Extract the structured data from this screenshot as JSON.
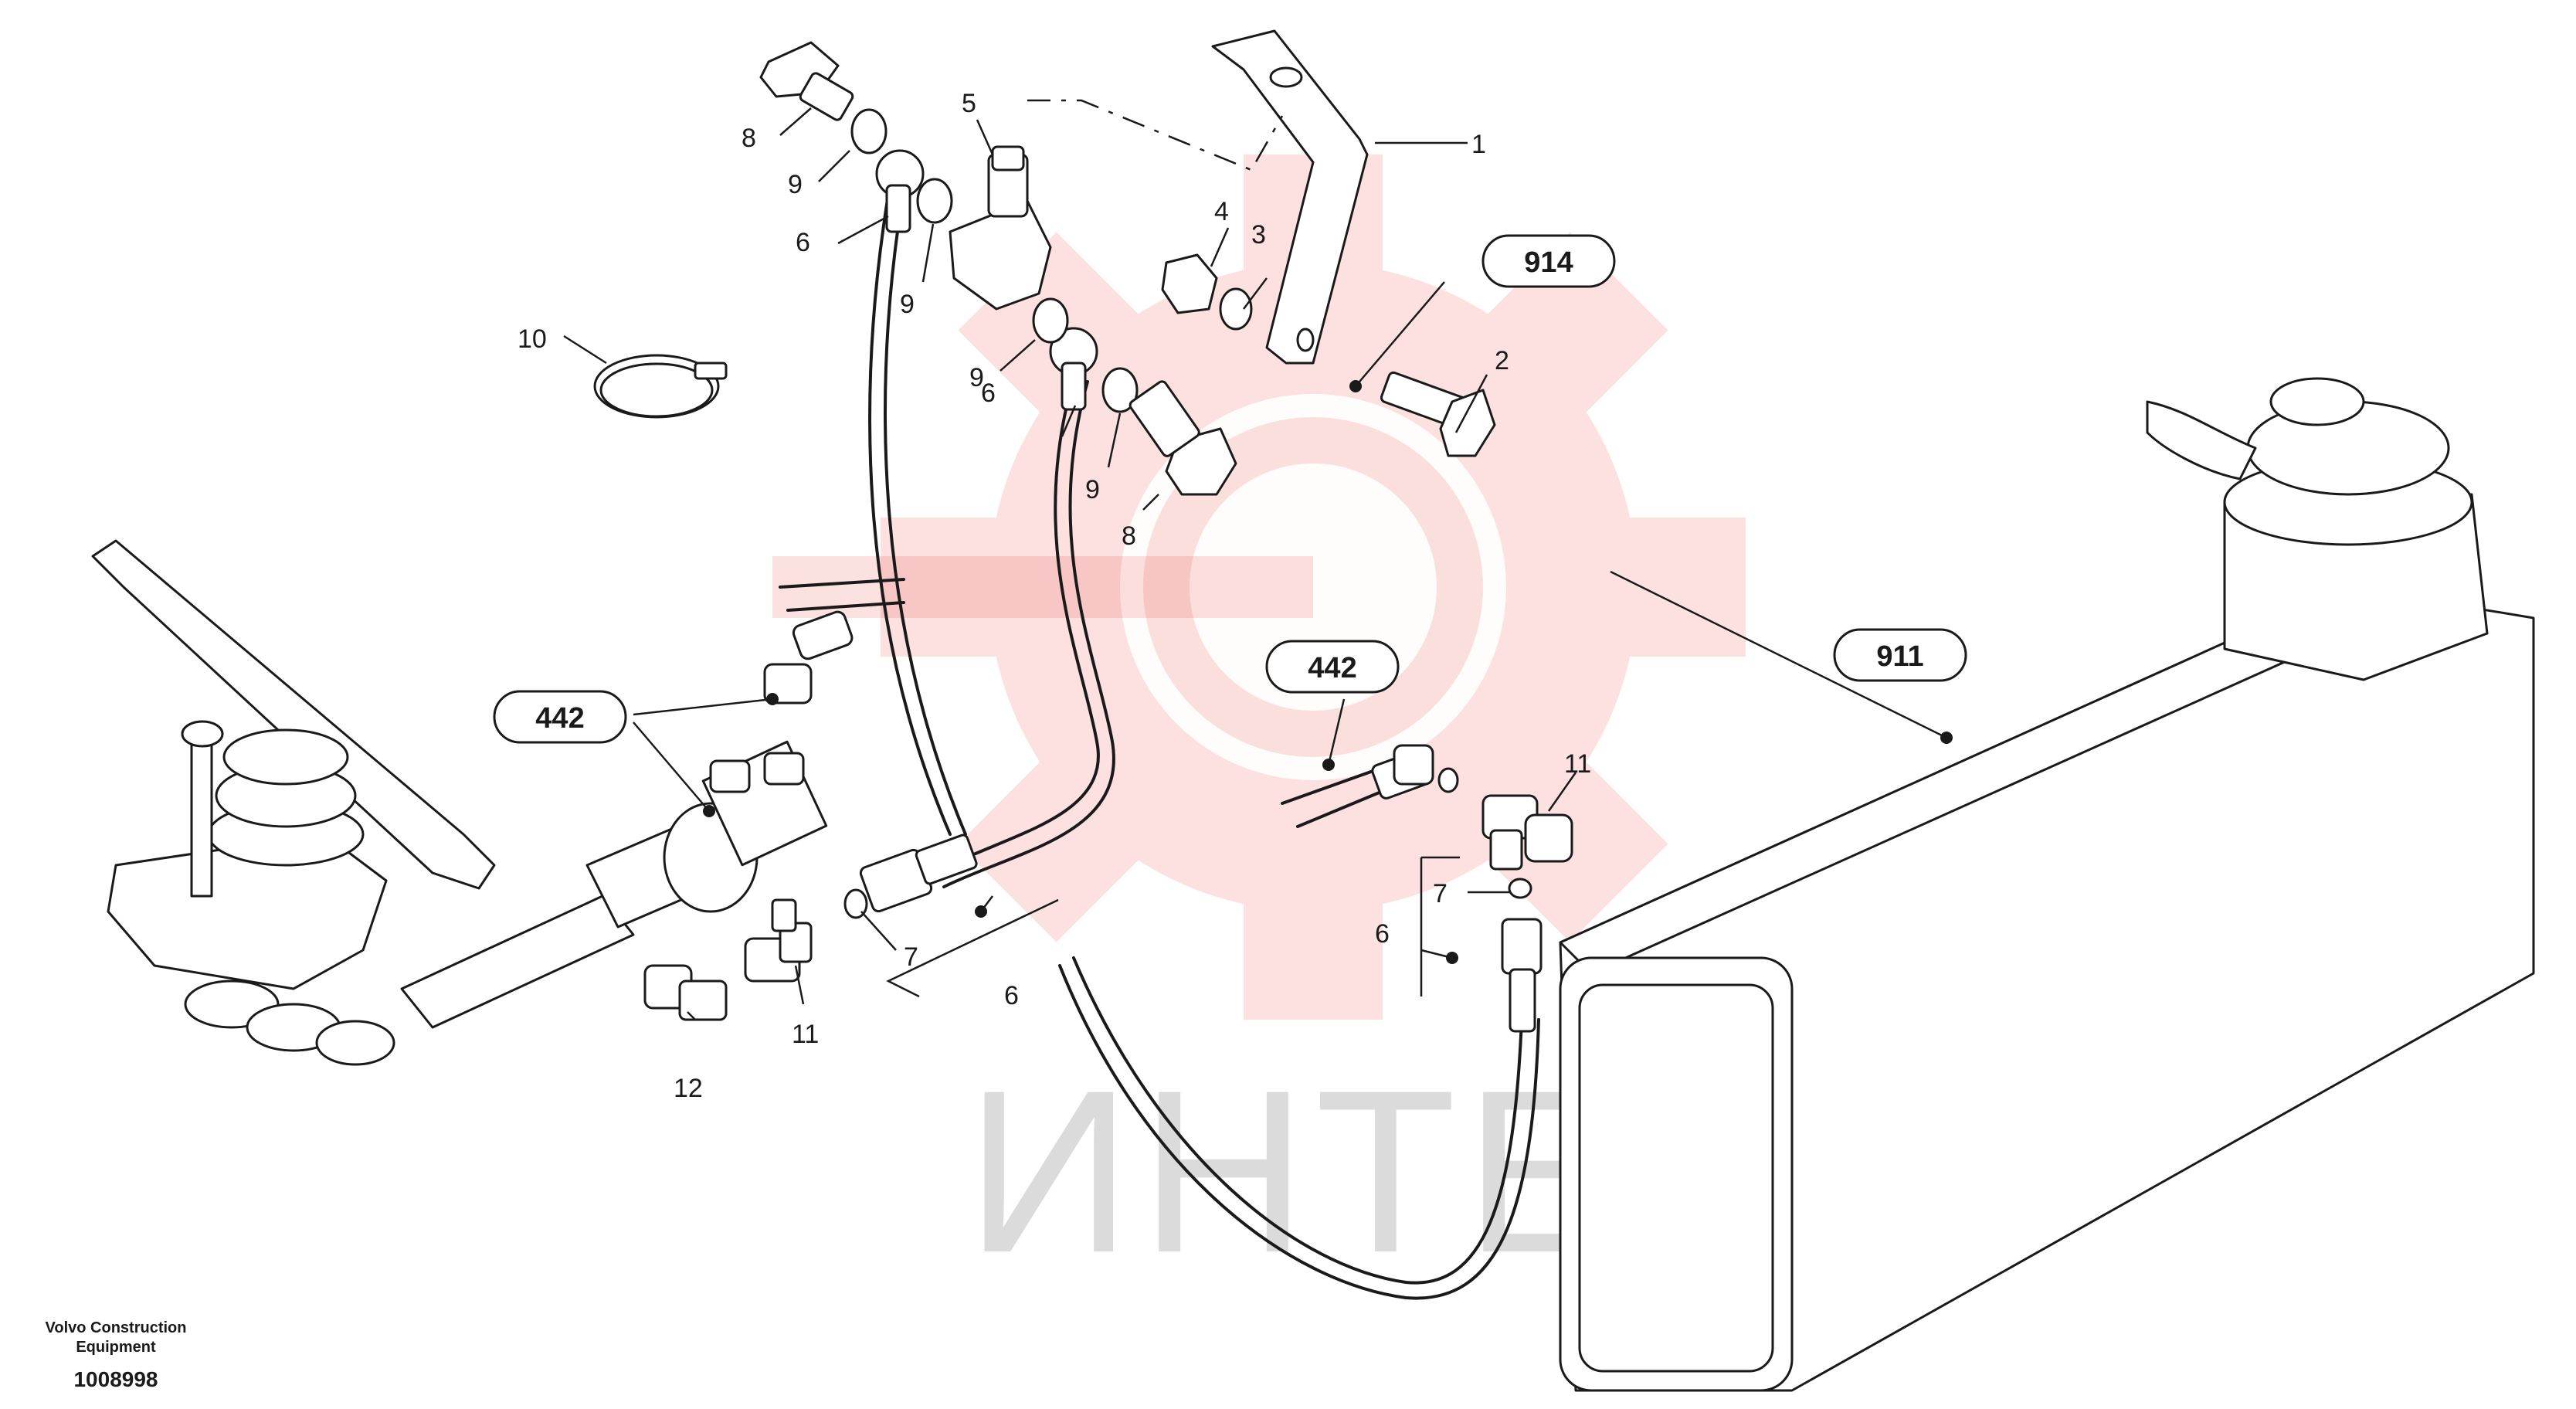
{
  "watermark": {
    "text": "ИНТЕХ",
    "gear_color": "#e8443a"
  },
  "credit": {
    "line1": "Volvo Construction",
    "line2": "Equipment",
    "doc_id": "1008998"
  },
  "references": {
    "ref_914": "914",
    "ref_911": "911",
    "ref_442_left": "442",
    "ref_442_right": "442"
  },
  "callouts": {
    "c1": "1",
    "c2": "2",
    "c3": "3",
    "c4": "4",
    "c5": "5",
    "c6_top": "6",
    "c6_mid": "6",
    "c6_bottom": "6",
    "c6_right": "6",
    "c7_left": "7",
    "c7_right": "7",
    "c8_top": "8",
    "c8_mid": "8",
    "c9_a": "9",
    "c9_b": "9",
    "c9_c": "9",
    "c9_d": "9",
    "c10": "10",
    "c11_left": "11",
    "c11_right": "11",
    "c12": "12"
  }
}
